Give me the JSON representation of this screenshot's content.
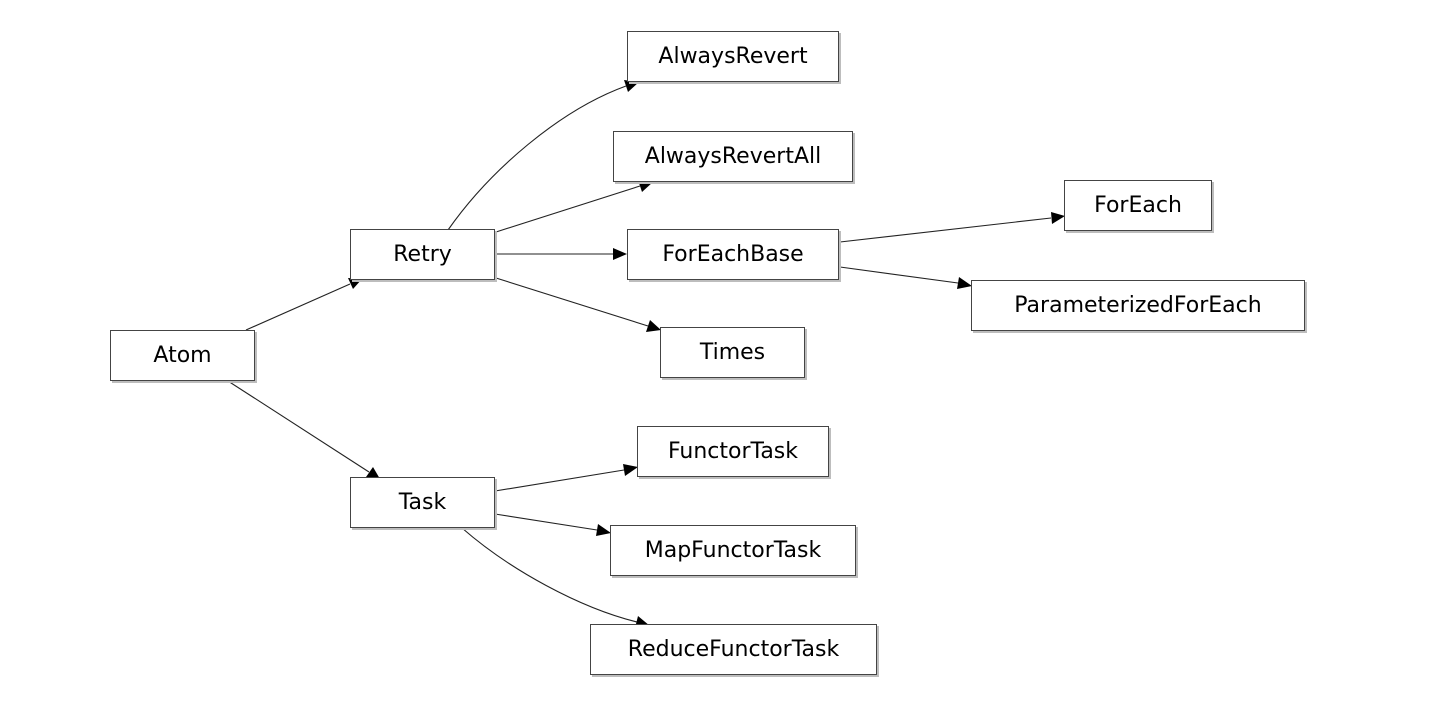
{
  "nodes": [
    {
      "id": "atom",
      "label": "Atom"
    },
    {
      "id": "retry",
      "label": "Retry"
    },
    {
      "id": "task",
      "label": "Task"
    },
    {
      "id": "always_revert",
      "label": "AlwaysRevert"
    },
    {
      "id": "always_revert_all",
      "label": "AlwaysRevertAll"
    },
    {
      "id": "for_each_base",
      "label": "ForEachBase"
    },
    {
      "id": "times",
      "label": "Times"
    },
    {
      "id": "for_each",
      "label": "ForEach"
    },
    {
      "id": "parameterized_for_each",
      "label": "ParameterizedForEach"
    },
    {
      "id": "functor_task",
      "label": "FunctorTask"
    },
    {
      "id": "map_functor_task",
      "label": "MapFunctorTask"
    },
    {
      "id": "reduce_functor_task",
      "label": "ReduceFunctorTask"
    }
  ],
  "edges": [
    {
      "from": "atom",
      "to": "retry"
    },
    {
      "from": "atom",
      "to": "task"
    },
    {
      "from": "retry",
      "to": "always_revert"
    },
    {
      "from": "retry",
      "to": "always_revert_all"
    },
    {
      "from": "retry",
      "to": "for_each_base"
    },
    {
      "from": "retry",
      "to": "times"
    },
    {
      "from": "for_each_base",
      "to": "for_each"
    },
    {
      "from": "for_each_base",
      "to": "parameterized_for_each"
    },
    {
      "from": "task",
      "to": "functor_task"
    },
    {
      "from": "task",
      "to": "map_functor_task"
    },
    {
      "from": "task",
      "to": "reduce_functor_task"
    }
  ]
}
